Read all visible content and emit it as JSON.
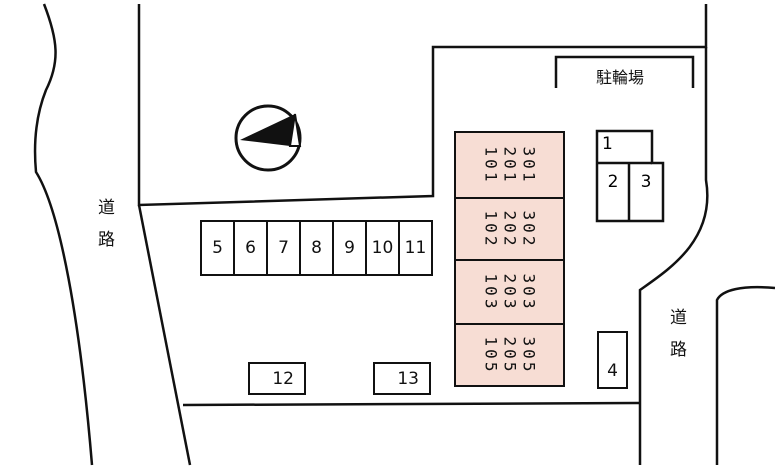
{
  "roads": {
    "left_label": [
      "道",
      "路"
    ],
    "right_label": [
      "道",
      "路"
    ]
  },
  "bicycle_parking": {
    "label": "駐輪場"
  },
  "compass": {
    "icon": "north-arrow-icon"
  },
  "parking_row": [
    "5",
    "6",
    "7",
    "8",
    "9",
    "10",
    "11"
  ],
  "parking_misc": {
    "slot_1": "1",
    "slot_2": "2",
    "slot_3": "3",
    "slot_4": "4",
    "slot_12": "12",
    "slot_13": "13"
  },
  "building_units": [
    [
      "301",
      "201",
      "101"
    ],
    [
      "302",
      "202",
      "102"
    ],
    [
      "303",
      "203",
      "103"
    ],
    [
      "305",
      "205",
      "105"
    ]
  ],
  "colors": {
    "building_fill": "#f7ddd4",
    "lines": "#111111"
  }
}
